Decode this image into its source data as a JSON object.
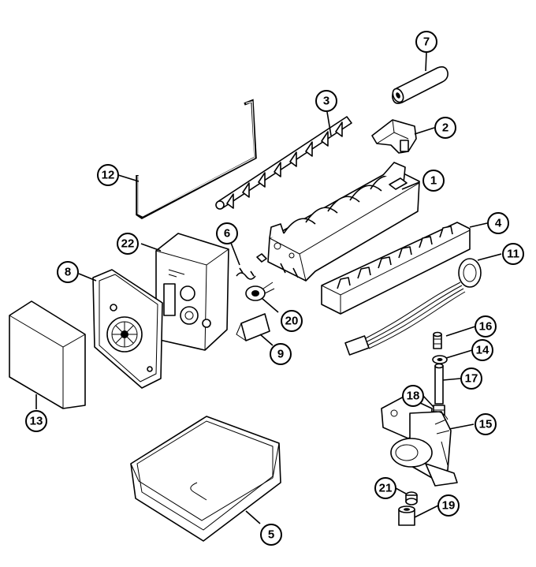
{
  "diagram": {
    "callouts": [
      {
        "id": "c1",
        "label": "1"
      },
      {
        "id": "c2",
        "label": "2"
      },
      {
        "id": "c3",
        "label": "3"
      },
      {
        "id": "c4",
        "label": "4"
      },
      {
        "id": "c5",
        "label": "5"
      },
      {
        "id": "c6",
        "label": "6"
      },
      {
        "id": "c7",
        "label": "7"
      },
      {
        "id": "c8",
        "label": "8"
      },
      {
        "id": "c9",
        "label": "9"
      },
      {
        "id": "c11",
        "label": "11"
      },
      {
        "id": "c12",
        "label": "12"
      },
      {
        "id": "c13",
        "label": "13"
      },
      {
        "id": "c14",
        "label": "14"
      },
      {
        "id": "c15",
        "label": "15"
      },
      {
        "id": "c16",
        "label": "16"
      },
      {
        "id": "c17",
        "label": "17"
      },
      {
        "id": "c18",
        "label": "18"
      },
      {
        "id": "c19",
        "label": "19"
      },
      {
        "id": "c20",
        "label": "20"
      },
      {
        "id": "c21",
        "label": "21"
      },
      {
        "id": "c22",
        "label": "22"
      }
    ]
  }
}
